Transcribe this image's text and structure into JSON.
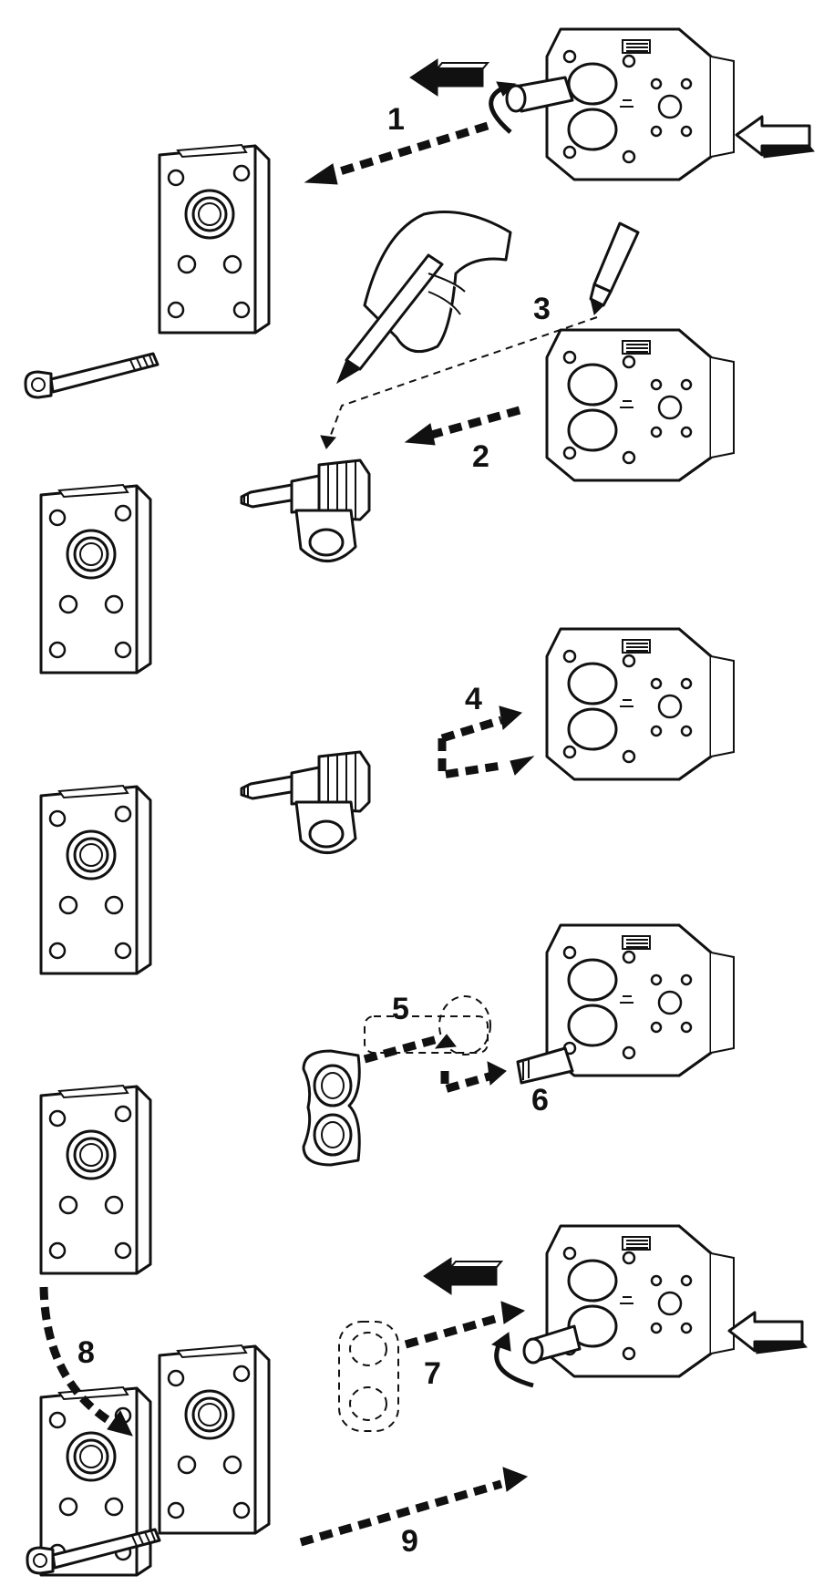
{
  "steps": [
    {
      "id": "step-1",
      "number": "1"
    },
    {
      "id": "step-2",
      "number": "2"
    },
    {
      "id": "step-3",
      "number": "3"
    },
    {
      "id": "step-4",
      "number": "4"
    },
    {
      "id": "step-5",
      "number": "5"
    },
    {
      "id": "step-6",
      "number": "6"
    },
    {
      "id": "step-7",
      "number": "7"
    },
    {
      "id": "step-8",
      "number": "8"
    },
    {
      "id": "step-9",
      "number": "9"
    }
  ]
}
